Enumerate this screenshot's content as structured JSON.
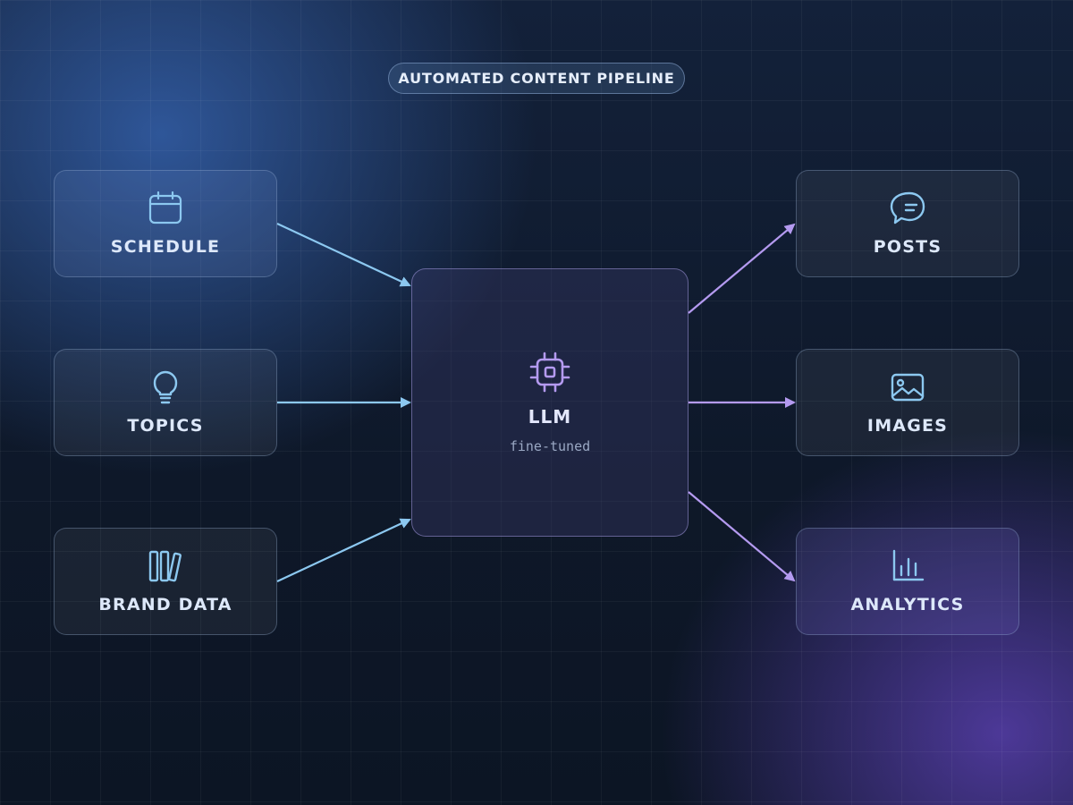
{
  "header": {
    "title": "AUTOMATED CONTENT PIPELINE"
  },
  "inputs": [
    {
      "label": "SCHEDULE",
      "icon": "calendar-icon"
    },
    {
      "label": "TOPICS",
      "icon": "lightbulb-icon"
    },
    {
      "label": "BRAND DATA",
      "icon": "books-icon"
    }
  ],
  "core": {
    "label": "LLM",
    "sublabel": "fine-tuned",
    "icon": "chip-icon"
  },
  "outputs": [
    {
      "label": "POSTS",
      "icon": "chat-bubble-icon"
    },
    {
      "label": "IMAGES",
      "icon": "image-icon"
    },
    {
      "label": "ANALYTICS",
      "icon": "bar-chart-icon"
    }
  ],
  "colors": {
    "input_accent": "#8cc8f0",
    "output_accent": "#b49af0",
    "core_accent": "#b49af0"
  }
}
